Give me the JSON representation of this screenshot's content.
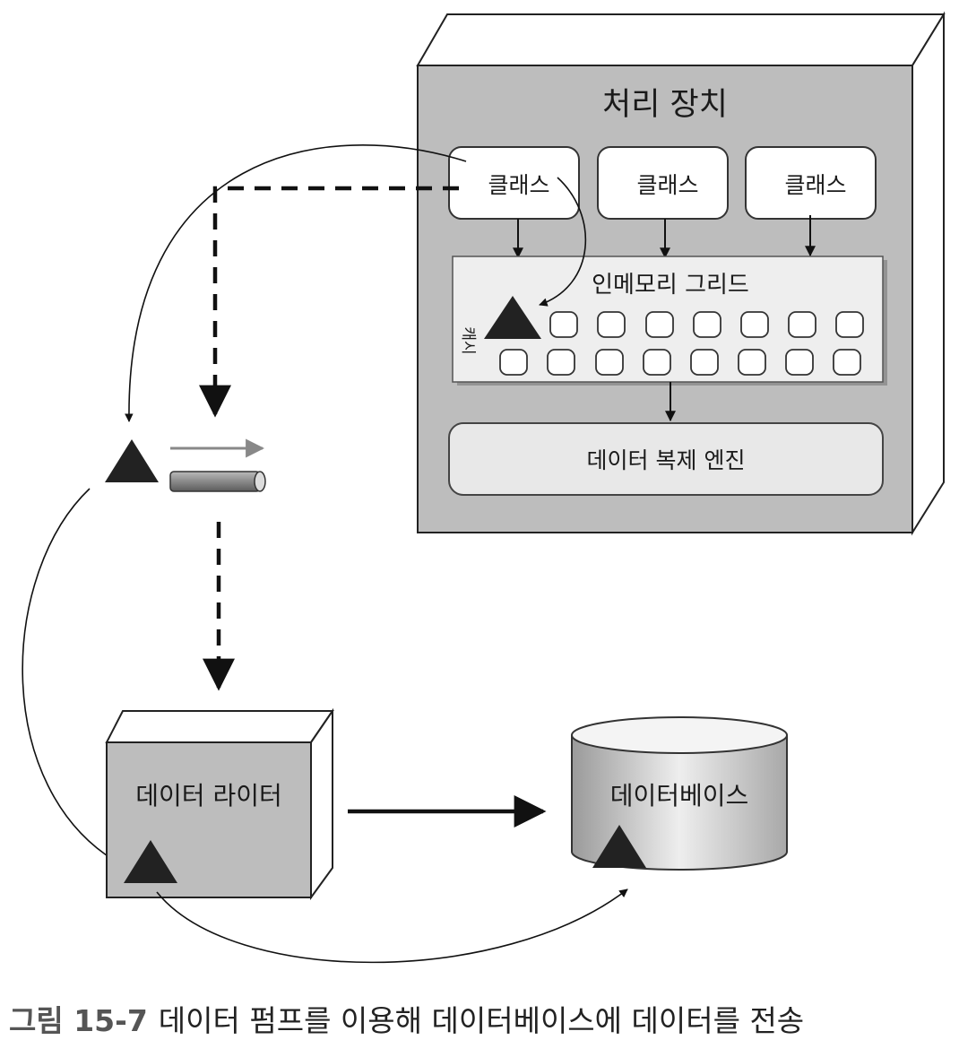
{
  "processing_unit": {
    "title": "처리 장치"
  },
  "classes": [
    "클래스",
    "클래스",
    "클래스"
  ],
  "grid": {
    "title": "인메모리 그리드",
    "cache_label": "캐시"
  },
  "replication_engine": {
    "label": "데이터 복제 엔진"
  },
  "data_writer": {
    "label": "데이터 라이터"
  },
  "database": {
    "label": "데이터베이스"
  },
  "caption": {
    "figure_number": "그림 15-7",
    "text": "데이터 펌프를 이용해 데이터베이스에 데이터를 전송"
  }
}
